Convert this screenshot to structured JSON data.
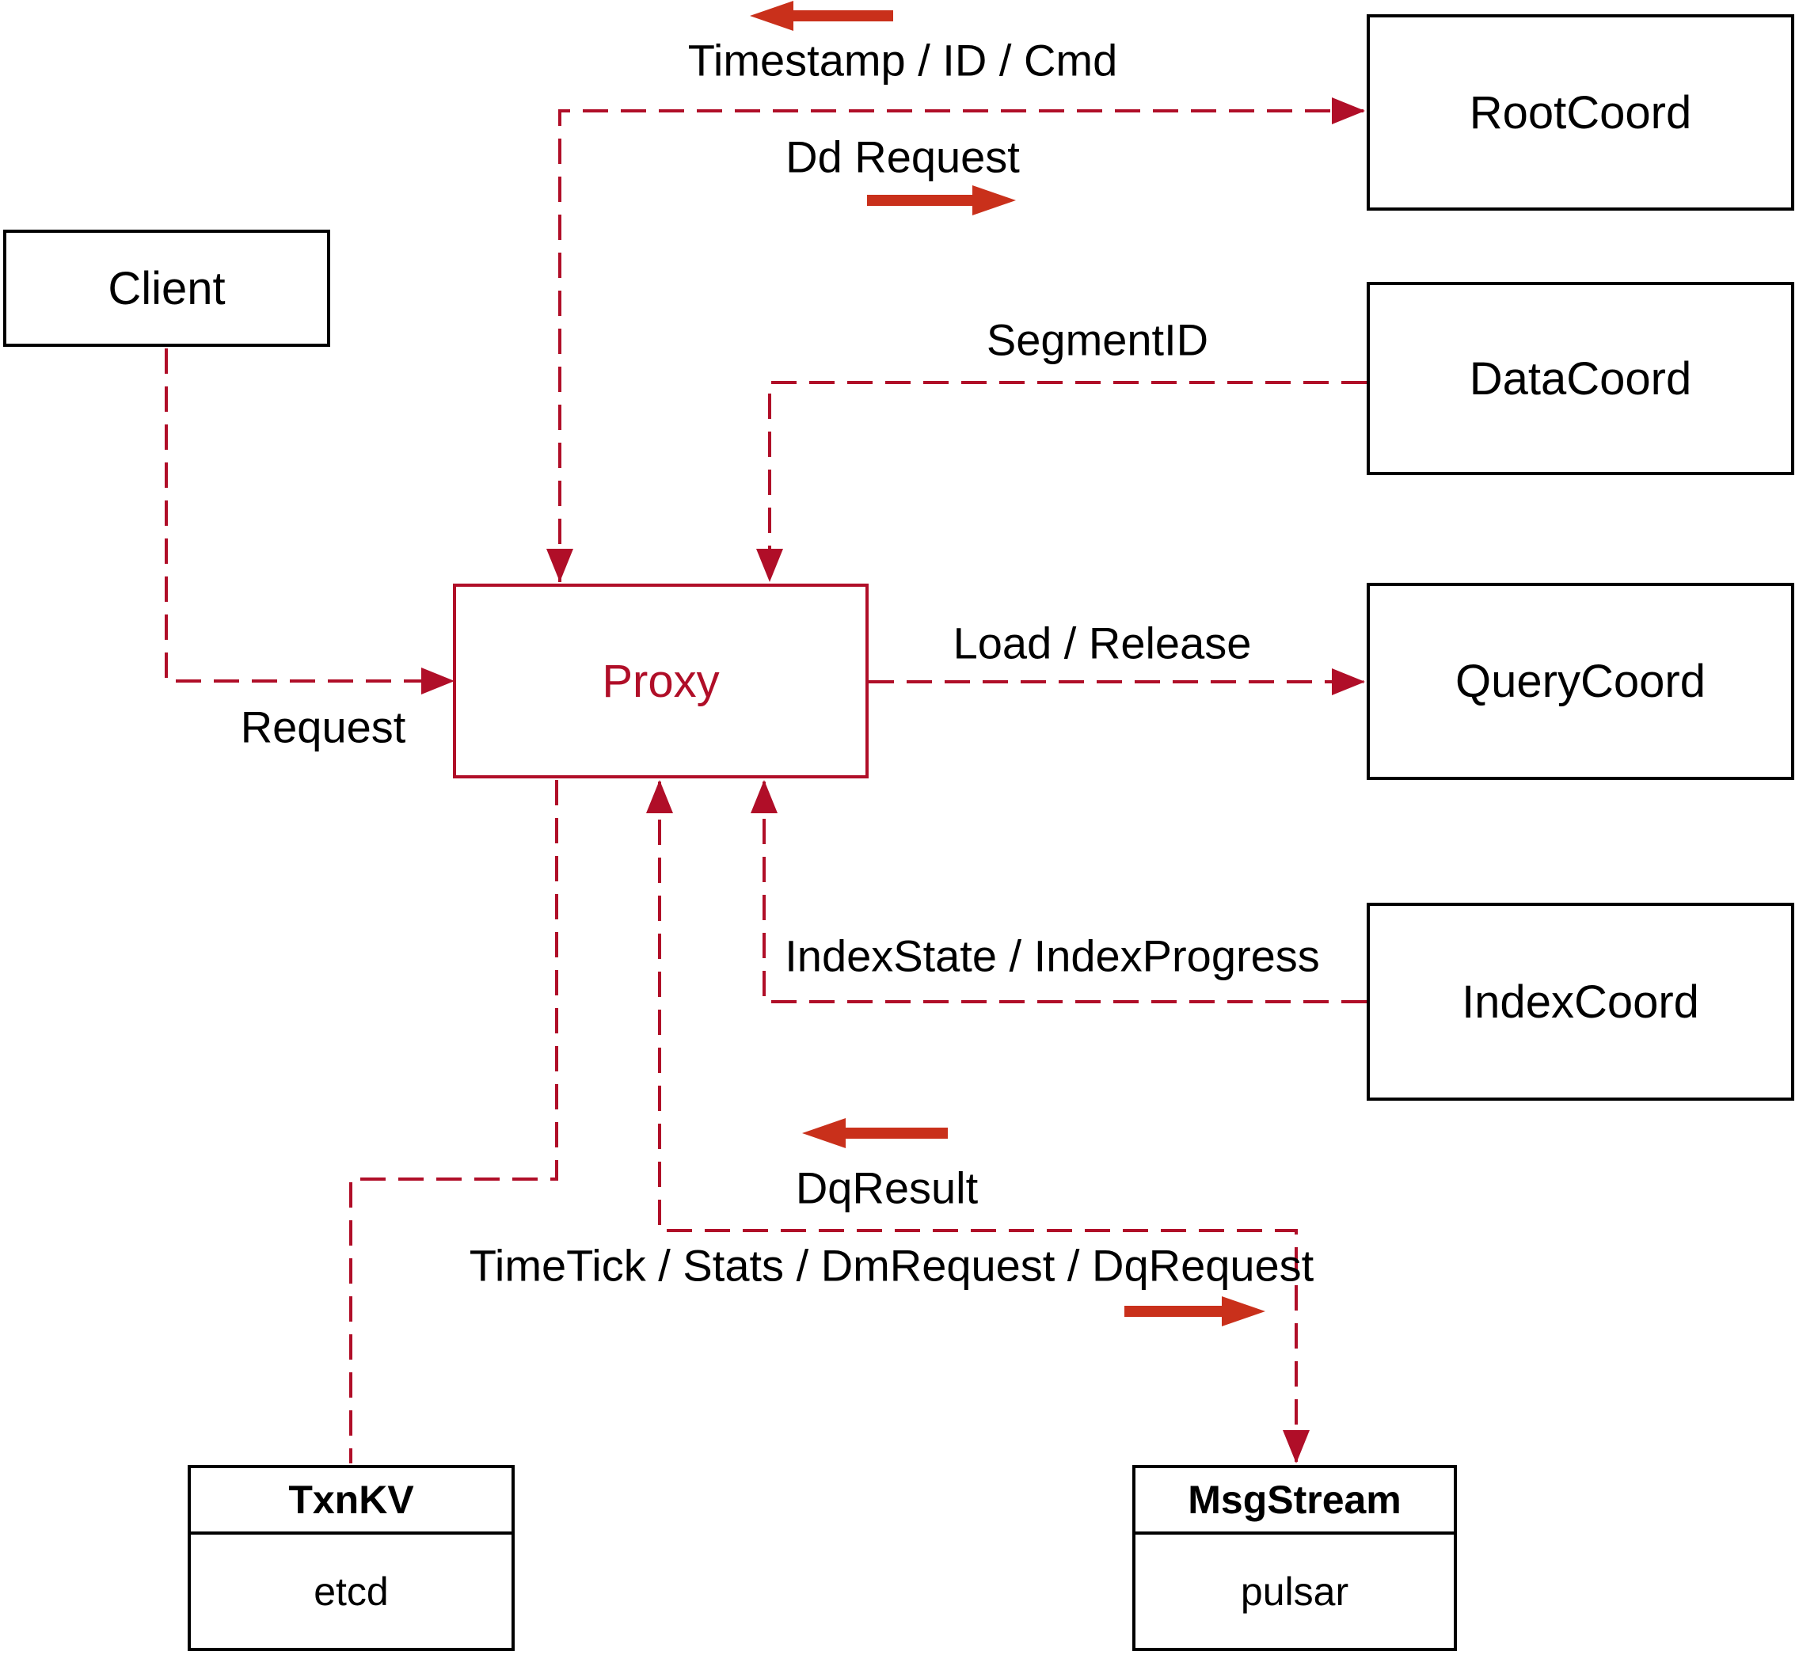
{
  "diagram": {
    "colors": {
      "box_border": "#000000",
      "dashed_line": "#b00e28",
      "solid_arrow": "#c9301b",
      "proxy_accent": "#b00e28",
      "text": "#000000"
    },
    "nodes": {
      "client": {
        "label": "Client"
      },
      "proxy": {
        "label": "Proxy"
      },
      "root_coord": {
        "label": "RootCoord"
      },
      "data_coord": {
        "label": "DataCoord"
      },
      "query_coord": {
        "label": "QueryCoord"
      },
      "index_coord": {
        "label": "IndexCoord"
      },
      "txn_kv": {
        "title": "TxnKV",
        "implementation": "etcd"
      },
      "msg_stream": {
        "title": "MsgStream",
        "implementation": "pulsar"
      }
    },
    "edge_labels": {
      "request": "Request",
      "timestamp_id_cmd": "Timestamp / ID / Cmd",
      "dd_request": "Dd Request",
      "segment_id": "SegmentID",
      "load_release": "Load / Release",
      "index_state_progress": "IndexState / IndexProgress",
      "dq_result": "DqResult",
      "timetick_stats": "TimeTick / Stats / DmRequest / DqRequest"
    }
  }
}
